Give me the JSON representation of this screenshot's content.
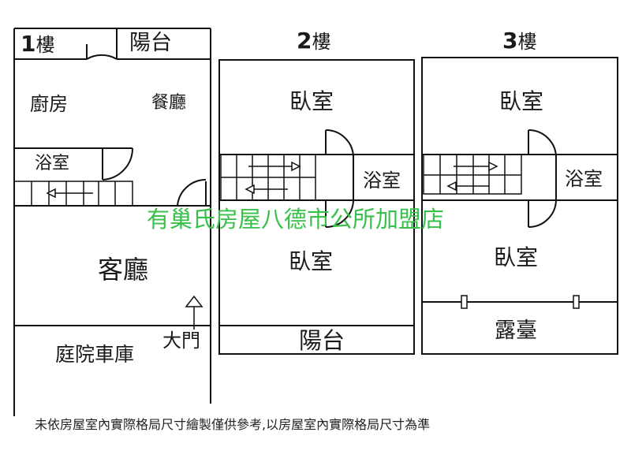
{
  "floors": {
    "f1": {
      "number": "1",
      "unit": "樓",
      "rooms": {
        "balcony": "陽台",
        "kitchen": "廚房",
        "dining": "餐廳",
        "bathroom": "浴室",
        "living": "客廳",
        "main_door": "大門",
        "yard_garage": "庭院車庫"
      }
    },
    "f2": {
      "number": "2",
      "unit": "樓",
      "rooms": {
        "bedroom_top": "臥室",
        "bathroom": "浴室",
        "bedroom_bottom": "臥室",
        "balcony": "陽台"
      }
    },
    "f3": {
      "number": "3",
      "unit": "樓",
      "rooms": {
        "bedroom_top": "臥室",
        "bathroom": "浴室",
        "bedroom_bottom": "臥室",
        "terrace": "露臺"
      }
    }
  },
  "watermark": "有巢氏房屋八德市公所加盟店",
  "disclaimer": "未依房屋室內實際格局尺寸繪製僅供參考,以房屋室內實際格局尺寸為準",
  "colors": {
    "line": "#111111",
    "watermark": "#38c04a"
  }
}
